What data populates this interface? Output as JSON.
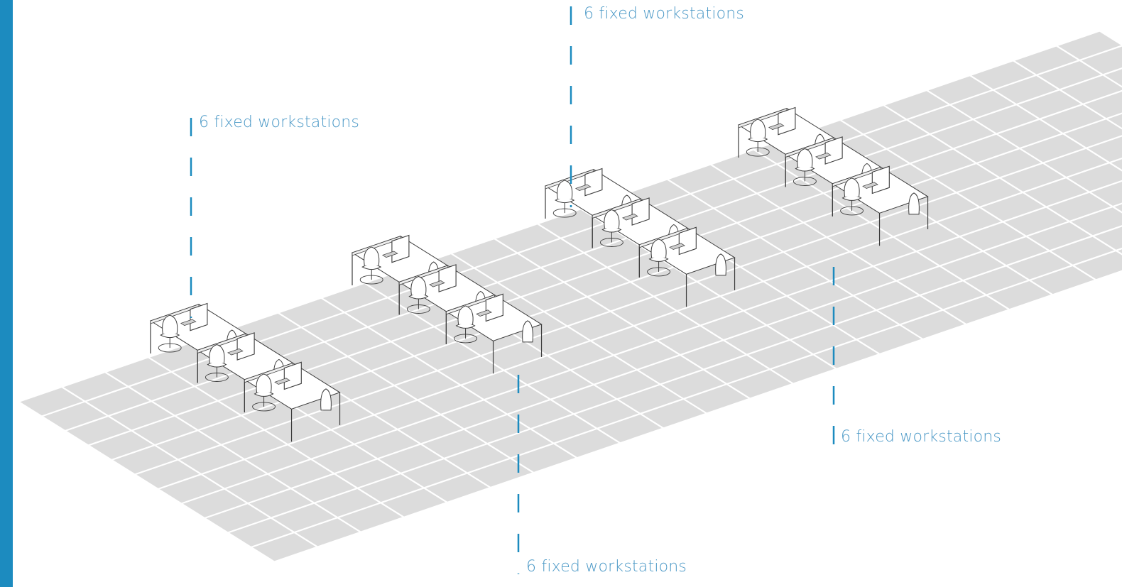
{
  "colors": {
    "accent": "#1c8bbf",
    "label_text": "#4a98c6",
    "floor_tile": "#dcdcdc",
    "grid_line": "#ffffff",
    "furniture_stroke": "#3c3c3c",
    "furniture_fill": "#ffffff"
  },
  "clusters": [
    {
      "id": "cluster-1",
      "label": "6 fixed workstations",
      "workstation_count": 6
    },
    {
      "id": "cluster-2",
      "label": "6 fixed workstations",
      "workstation_count": 6
    },
    {
      "id": "cluster-3",
      "label": "6 fixed workstations",
      "workstation_count": 6
    },
    {
      "id": "cluster-4",
      "label": "6 fixed workstations",
      "workstation_count": 6
    }
  ]
}
